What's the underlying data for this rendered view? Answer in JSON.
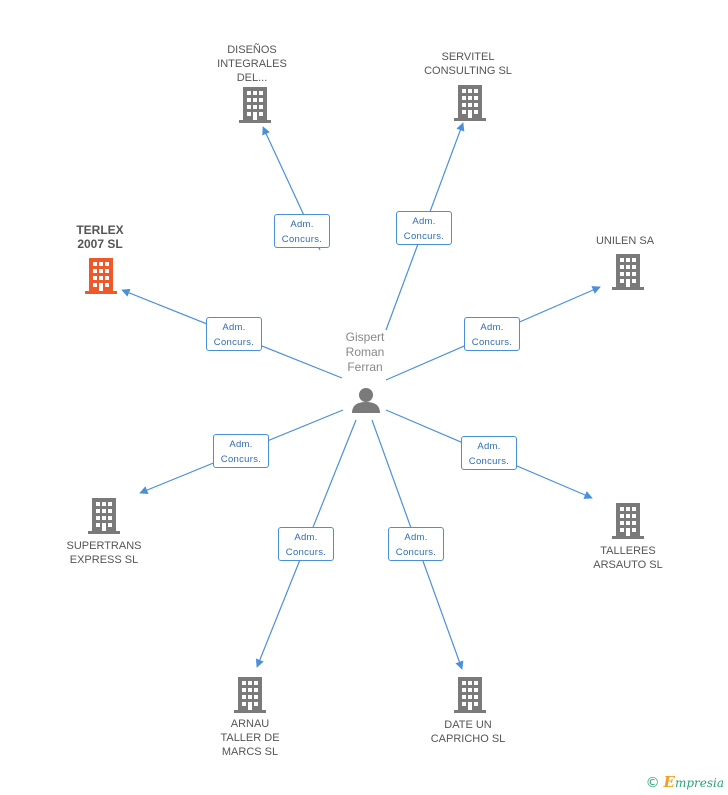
{
  "center": {
    "label": "Gispert\nRoman\nFerran",
    "icon": "person-icon"
  },
  "relation_label": "Adm.\nConcurs.",
  "colors": {
    "edge": "#4a90d9",
    "building": "#7a7a7a",
    "building_highlight": "#f0582a",
    "person": "#7a7a7a"
  },
  "companies": [
    {
      "id": "disenos",
      "label": "DISEÑOS\nINTEGRALES\nDEL...",
      "highlight": false
    },
    {
      "id": "servitel",
      "label": "SERVITEL\nCONSULTING SL",
      "highlight": false
    },
    {
      "id": "terlex",
      "label": "TERLEX\n2007 SL",
      "highlight": true
    },
    {
      "id": "unilen",
      "label": "UNILEN SA",
      "highlight": false
    },
    {
      "id": "supertrans",
      "label": "SUPERTRANS\nEXPRESS SL",
      "highlight": false
    },
    {
      "id": "talleres",
      "label": "TALLERES\nARSAUTO SL",
      "highlight": false
    },
    {
      "id": "arnau",
      "label": "ARNAU\nTALLER DE\nMARCS SL",
      "highlight": false
    },
    {
      "id": "date",
      "label": "DATE UN\nCAPRICHO SL",
      "highlight": false
    }
  ],
  "footer": {
    "copyright": "©",
    "brand_initial": "E",
    "brand_rest": "mpresia"
  }
}
